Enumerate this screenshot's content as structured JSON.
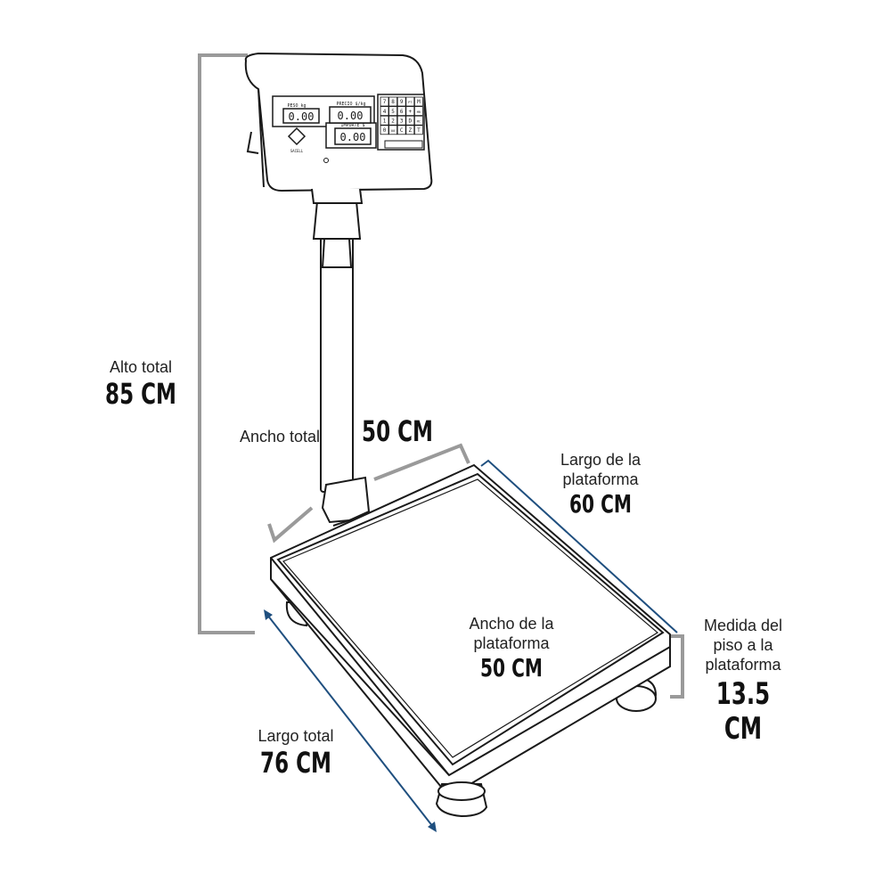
{
  "colors": {
    "line": "#1a1a1a",
    "gray_dim": "#9a9a9a",
    "blue_dim": "#1f4f7f",
    "fill": "#ffffff"
  },
  "display": {
    "label_peso": "PESO kg",
    "label_precio": "PRECIO $/kg",
    "label_importe": "IMPORTE $",
    "value_peso": "0.00",
    "value_precio": "0.00",
    "value_importe": "0.00",
    "brand": "SACELL",
    "keys": [
      "7",
      "8",
      "9",
      "PT",
      "M",
      "4",
      "5",
      "6",
      "+",
      "MR",
      "1",
      "2",
      "3",
      "D",
      "MC",
      "0",
      "00",
      "C",
      "Z",
      "T"
    ]
  },
  "dimensions": {
    "alto_total": {
      "label": "Alto total",
      "value": "85 CM"
    },
    "ancho_total": {
      "label": "Ancho total",
      "value": "50 CM"
    },
    "largo_plataforma": {
      "label_line1": "Largo de la",
      "label_line2": "plataforma",
      "value": "60 CM"
    },
    "ancho_plataforma": {
      "label_line1": "Ancho de la",
      "label_line2": "plataforma",
      "value": "50 CM"
    },
    "medida_piso": {
      "label_line1": "Medida del",
      "label_line2": "piso a la",
      "label_line3": "plataforma",
      "value": "13.5 CM"
    },
    "largo_total": {
      "label": "Largo total",
      "value": "76 CM"
    }
  }
}
